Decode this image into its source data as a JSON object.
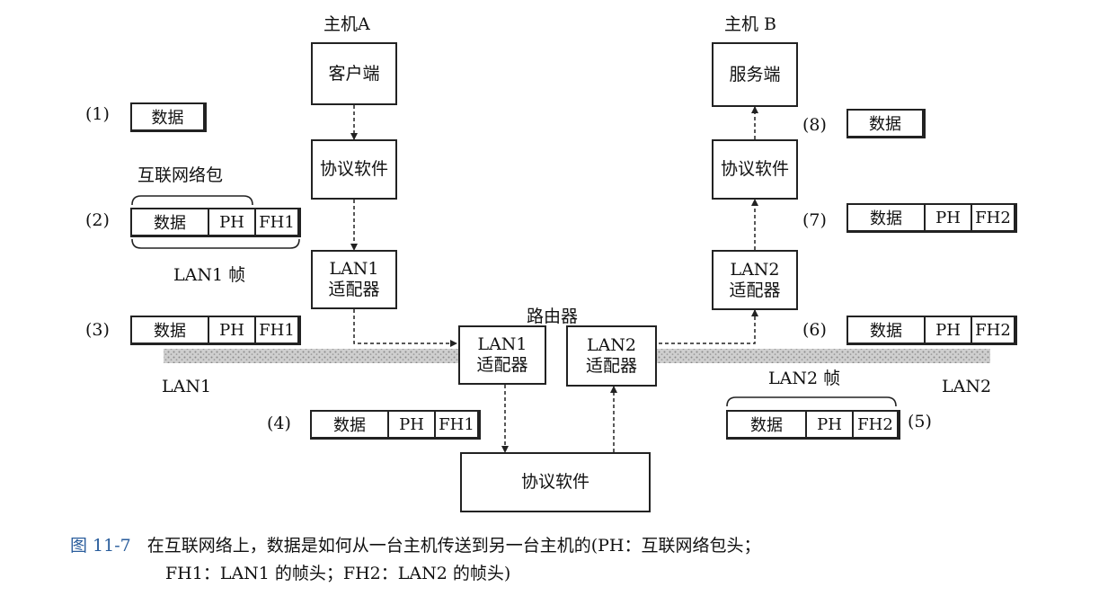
{
  "hosts": {
    "host_a": {
      "title": "主机A",
      "client": "客户端",
      "protocol": "协议软件",
      "adapter_l1": "LAN1",
      "adapter_l2": "适配器"
    },
    "host_b": {
      "title": "主机 B",
      "server": "服务端",
      "protocol": "协议软件",
      "adapter_l1": "LAN2",
      "adapter_l2": "适配器"
    }
  },
  "router": {
    "title": "路由器",
    "adapter1_l1": "LAN1",
    "adapter1_l2": "适配器",
    "adapter2_l1": "LAN2",
    "adapter2_l2": "适配器",
    "protocol": "协议软件"
  },
  "lans": {
    "lan1": "LAN1",
    "lan2": "LAN2"
  },
  "brackets": {
    "internet_packet": "互联网络包",
    "lan1_frame": "LAN1 帧",
    "lan2_frame": "LAN2 帧"
  },
  "steps": {
    "s1": {
      "num": "(1)",
      "data": "数据"
    },
    "s2": {
      "num": "(2)",
      "data": "数据",
      "ph": "PH",
      "fh": "FH1"
    },
    "s3": {
      "num": "(3)",
      "data": "数据",
      "ph": "PH",
      "fh": "FH1"
    },
    "s4": {
      "num": "(4)",
      "data": "数据",
      "ph": "PH",
      "fh": "FH1"
    },
    "s5": {
      "num": "(5)",
      "data": "数据",
      "ph": "PH",
      "fh": "FH2"
    },
    "s6": {
      "num": "(6)",
      "data": "数据",
      "ph": "PH",
      "fh": "FH2"
    },
    "s7": {
      "num": "(7)",
      "data": "数据",
      "ph": "PH",
      "fh": "FH2"
    },
    "s8": {
      "num": "(8)",
      "data": "数据"
    }
  },
  "caption": {
    "figure": "图 11-7",
    "line1": "在互联网络上，数据是如何从一台主机传送到另一台主机的(PH：互联网络包头；",
    "line2": "FH1：LAN1 的帧头；FH2：LAN2 的帧头)"
  },
  "colors": {
    "ink": "#222222",
    "lan_band": "#b3b3b3",
    "figure_label": "#2a5d9c"
  }
}
